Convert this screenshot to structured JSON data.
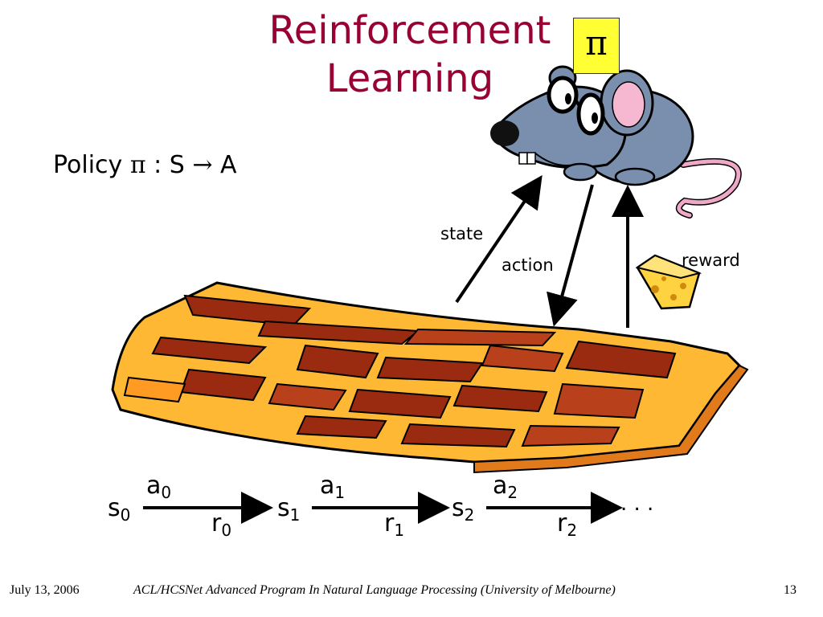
{
  "slide": {
    "title_line1": "Reinforcement",
    "title_line2": "Learning",
    "pi_symbol": "π",
    "policy": {
      "word": "Policy",
      "pi": "π",
      "colon": ":",
      "domain": "S",
      "arrow": "→",
      "range": "A"
    },
    "labels": {
      "state": "state",
      "action": "action",
      "reward": "reward"
    },
    "sequence": {
      "states": [
        {
          "base": "s",
          "sub": "0"
        },
        {
          "base": "s",
          "sub": "1"
        },
        {
          "base": "s",
          "sub": "2"
        }
      ],
      "actions": [
        {
          "base": "a",
          "sub": "0"
        },
        {
          "base": "a",
          "sub": "1"
        },
        {
          "base": "a",
          "sub": "2"
        }
      ],
      "rewards": [
        {
          "base": "r",
          "sub": "0"
        },
        {
          "base": "r",
          "sub": "1"
        },
        {
          "base": "r",
          "sub": "2"
        }
      ],
      "ellipsis": ". . ."
    }
  },
  "footer": {
    "date": "July 13, 2006",
    "course": "ACL/HCSNet Advanced Program In Natural Language Processing (University of Melbourne)",
    "page": "13"
  },
  "colors": {
    "title": "#990033",
    "pi_box": "#ffff33",
    "maze_wall": "#ffb833",
    "maze_floor": "#9a2a10",
    "mouse": "#7a8fae",
    "cheese": "#ffd23f"
  }
}
